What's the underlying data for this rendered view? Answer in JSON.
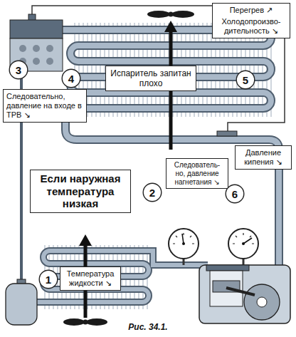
{
  "diagram": {
    "caption": "Рис. 34.1.",
    "nodes": [
      {
        "text": [
          "Перегрев ↗",
          "Холодопроизво- дительность ↘"
        ]
      },
      {
        "text": [
          "3"
        ]
      },
      {
        "text": [
          "Следовательно, давление на входе в ТРВ ↘"
        ]
      },
      {
        "text": [
          "Испаритель запитан плохо"
        ]
      },
      {
        "text": [
          "5"
        ]
      },
      {
        "text": [
          "4"
        ]
      },
      {
        "text": [
          "Давление кипения ↘"
        ]
      },
      {
        "text": [
          "Если наружная температура низкая"
        ]
      },
      {
        "text": [
          "2"
        ]
      },
      {
        "text": [
          "Следователь- но, давление нагнетания ↘"
        ]
      },
      {
        "text": [
          "6"
        ]
      },
      {
        "text": [
          "1"
        ]
      },
      {
        "text": [
          "Температура жидкости ↘"
        ]
      }
    ]
  }
}
